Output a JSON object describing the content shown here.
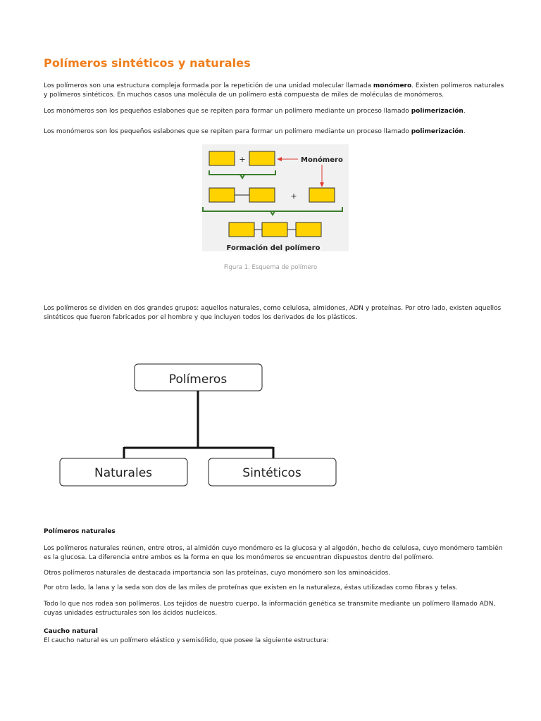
{
  "title": "Polímeros sintéticos y naturales",
  "intro": {
    "text1": "Los polímeros son una estructura compleja formada por la repetición de una unidad molecular llamada ",
    "bold1": "monómero",
    "text2": ". Existen polímeros naturales y polímeros sintéticos. En muchos casos una molécula de un polímero está compuesta de miles de moléculas de monómeros."
  },
  "monomers_para": {
    "text": "Los monómeros son los pequeños eslabones que se repiten para formar un polímero mediante un proceso llamado ",
    "bold": "polimerización",
    "end": "."
  },
  "figure1": {
    "plus_top": "+",
    "plus_mid": "+",
    "monomer_label": "Monómero",
    "formation_label": "Formación del polímero",
    "caption": "Figura 1. Esquema de polímero",
    "box_color": "#ffd200",
    "arrow_color": "#e03c31",
    "brace_color": "#3a7d2c"
  },
  "groups_para": "Los polímeros se dividen en dos grandes grupos: aquellos naturales, como celulosa, almidones, ADN y proteínas. Por otro lado, existen aquellos sintéticos que fueron fabricados por el hombre y que incluyen todos los derivados de los plásticos.",
  "diagram": {
    "root": "Polímeros",
    "left": "Naturales",
    "right": "Sintéticos"
  },
  "natural_heading": "Polímeros naturales",
  "natural_paras": [
    "Los polímeros naturales reúnen, entre otros, al almidón cuyo monómero es la glucosa y al algodón, hecho de celulosa, cuyo monómero también es la glucosa. La diferencia entre ambos es la forma en que los monómeros se encuentran dispuestos dentro del polímero.",
    "Otros polímeros naturales de destacada importancia son las proteínas, cuyo monómero son los aminoácidos.",
    "Por otro lado, la lana y la seda son dos de las miles de proteínas que existen en la naturaleza, éstas utilizadas como fibras y telas.",
    "Todo lo que nos rodea son polímeros. Los tejidos de nuestro cuerpo, la información genética se transmite mediante un polímero llamado ADN, cuyas unidades estructurales son los ácidos nucleicos."
  ],
  "rubber_heading": "Caucho natural",
  "rubber_para": "El caucho natural es un polímero elástico y semisólido, que posee la siguiente estructura:"
}
